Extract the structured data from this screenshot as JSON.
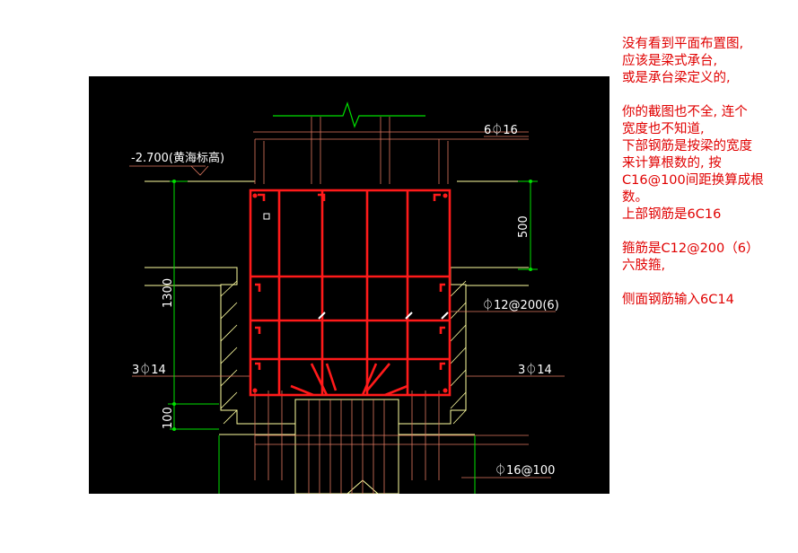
{
  "drawing": {
    "elevation_label": "-2.700(黄海标高)",
    "top_bar_label": "6⏀16",
    "dim_500": "500",
    "dim_1300": "1300",
    "dim_100": "100",
    "stirrup_label": "⏀12@200(6)",
    "side_left_label": "3⏀14",
    "side_right_label": "3⏀14",
    "bottom_bar_label": "⏀16@100"
  },
  "note": {
    "lines": [
      "没有看到平面布置图,",
      "应该是梁式承台,",
      "或是承台梁定义的,",
      "",
      "你的截图也不全, 连个",
      "宽度也不知道,",
      "下部钢筋是按梁的宽度",
      "来计算根数的, 按",
      "C16@100间距换算成根",
      "数。",
      "上部钢筋是6C16",
      "",
      "箍筋是C12@200（6）",
      "六肢箍,",
      "",
      "侧面钢筋输入6C14"
    ]
  },
  "colors": {
    "cad_background": "#000000",
    "rebar": "#ff1a1a",
    "dimension": "#00e000",
    "outline": "#ffffa0",
    "leader": "#e07860",
    "note_text": "#e00000"
  }
}
